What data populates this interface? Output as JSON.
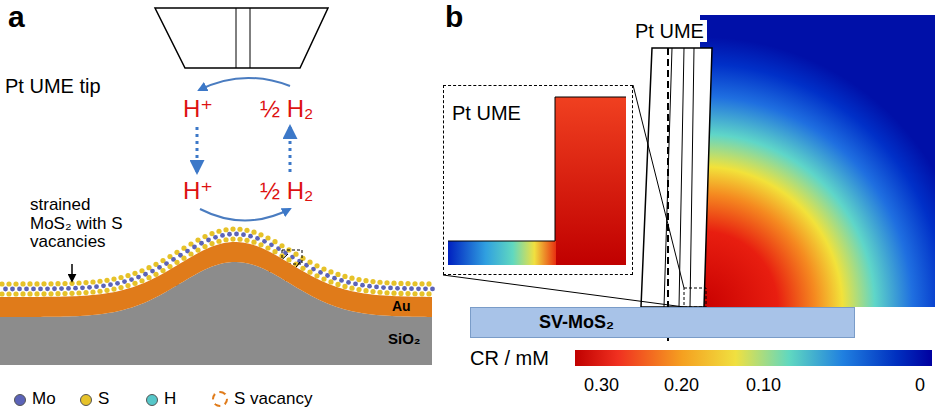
{
  "diagram": {
    "nodes": [
      {
        "text": [
          "Pt UME tip"
        ]
      },
      {
        "text": [
          "SiO₂"
        ]
      },
      {
        "text": [
          "Au"
        ]
      },
      {
        "text": [
          "SV-MoS₂"
        ]
      },
      {
        "text": [
          "Pt UME"
        ]
      }
    ],
    "labels": [
      "a",
      "b",
      "Pt UME",
      "H⁺",
      "½ H₂",
      "H⁺",
      "½ H₂",
      "strained MoS₂ with S vacancies",
      "CR / mM",
      "0.30",
      "0.20",
      "0.10",
      "0"
    ],
    "legend": [
      {
        "text": "Mo",
        "color": "#5b63b8"
      },
      {
        "text": "S",
        "color": "#e6c229"
      },
      {
        "text": "H",
        "color": "#56c7c9"
      },
      {
        "text": "S vacancy"
      }
    ]
  }
}
